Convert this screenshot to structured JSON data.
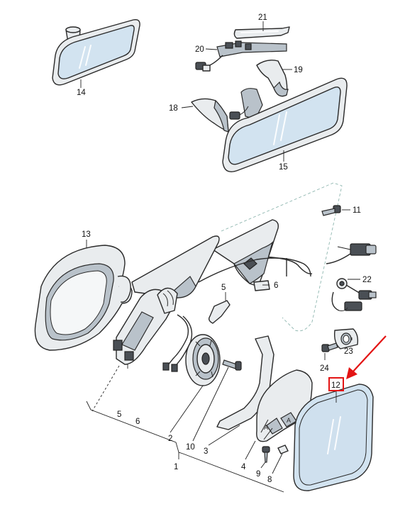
{
  "callouts": {
    "p1": "1",
    "p2": "2",
    "p3": "3",
    "p4": "4",
    "p5a": "5",
    "p5b": "5",
    "p6a": "6",
    "p6b": "6",
    "p8": "8",
    "p9": "9",
    "p10": "10",
    "p11": "11",
    "p12": "12",
    "p13": "13",
    "p14": "14",
    "p15": "15",
    "p18": "18",
    "p19": "19",
    "p20": "20",
    "p21": "21",
    "p22": "22",
    "p23": "23",
    "p24": "24"
  },
  "highlight": {
    "color": "#e31414"
  },
  "colors": {
    "glass": "#d2e3f0",
    "housing": "#e9ecee",
    "line": "#2a2a2a"
  }
}
